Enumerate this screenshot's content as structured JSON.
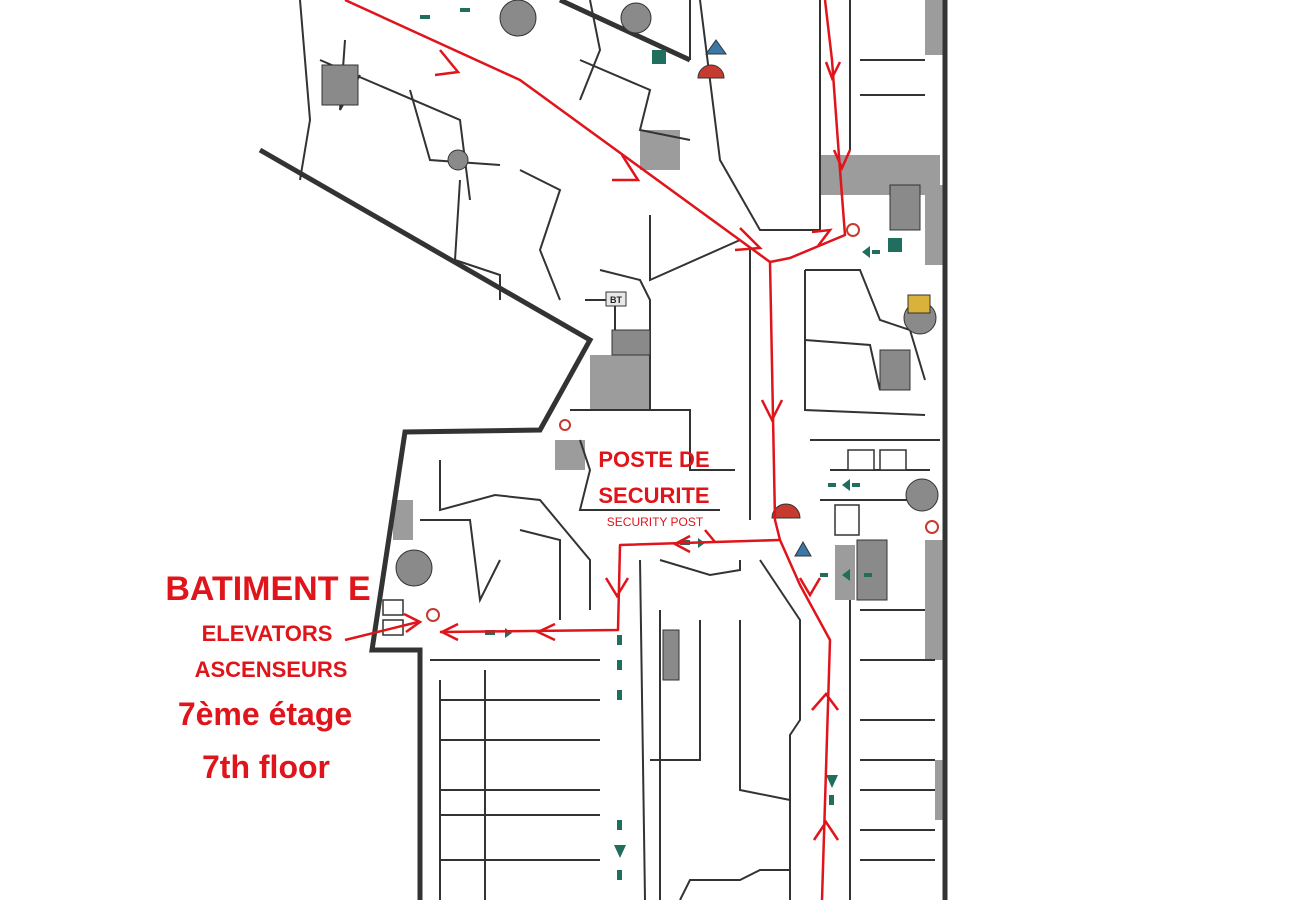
{
  "building": {
    "name": "BATIMENT E",
    "elevators_en": "ELEVATORS",
    "elevators_fr": "ASCENSEURS",
    "floor_fr": "7ème étage",
    "floor_en": "7th floor"
  },
  "security": {
    "title_line1": "POSTE DE",
    "title_line2": "SECURITE",
    "subtitle": "SECURITY POST"
  },
  "markers": {
    "bt": "BT"
  },
  "colors": {
    "route": "#e0141b",
    "wall": "#333333",
    "fill_gray": "#9c9c9c",
    "exit_green": "#1f6e5e",
    "elevator_marker": "#c63b30",
    "stair_fill": "#8a8a8a"
  },
  "icons": [
    "exit-sign-icon",
    "elevator-icon",
    "stairs-icon",
    "fire-extinguisher-icon",
    "first-aid-icon"
  ]
}
